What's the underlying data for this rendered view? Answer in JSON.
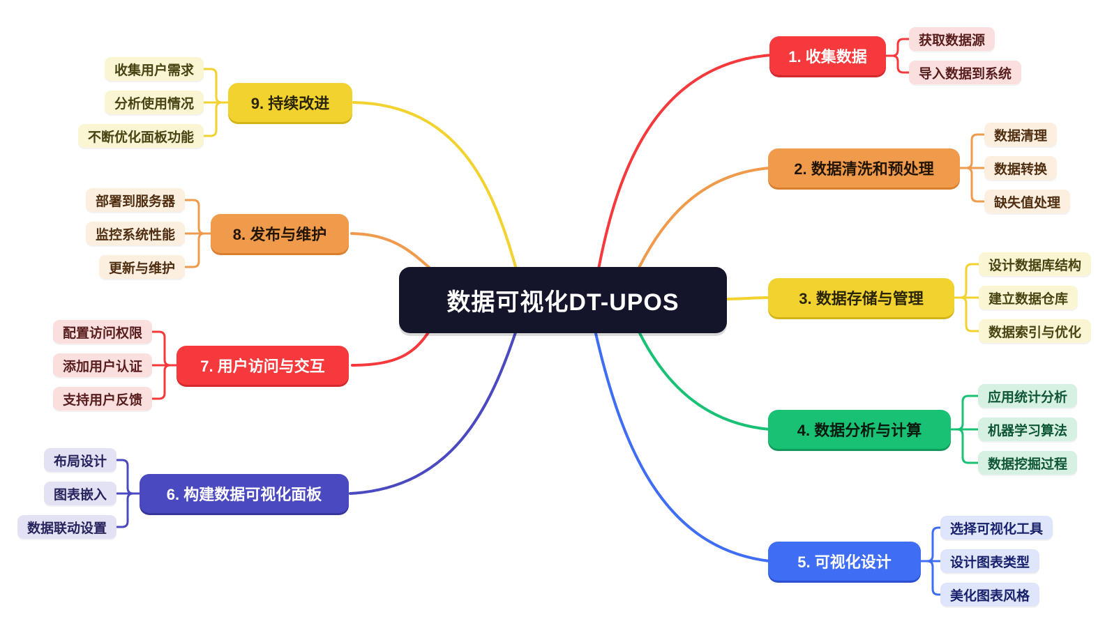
{
  "center": {
    "label": "数据可视化DT-UPOS",
    "bg": "#14142a",
    "label_color": "#ffffff"
  },
  "branches": [
    {
      "label": "1. 收集数据",
      "color": "#f5393c",
      "label_color": "#ffffff",
      "shadow": "#d4292c",
      "child_bg": "#fbdede",
      "child_text": "#571d1d",
      "children": [
        "获取数据源",
        "导入数据到系统"
      ]
    },
    {
      "label": "2. 数据清洗和预处理",
      "color": "#f09a4c",
      "label_color": "#231503",
      "shadow": "#d97f2e",
      "child_bg": "#fcefdf",
      "child_text": "#4e2d10",
      "children": [
        "数据清理",
        "数据转换",
        "缺失值处理"
      ]
    },
    {
      "label": "3. 数据存储与管理",
      "color": "#f2d22e",
      "label_color": "#2a2506",
      "shadow": "#d3b51a",
      "child_bg": "#faf5d3",
      "child_text": "#484312",
      "children": [
        "设计数据库结构",
        "建立数据仓库",
        "数据索引与优化"
      ]
    },
    {
      "label": "4. 数据分析与计算",
      "color": "#18c174",
      "label_color": "#07190f",
      "shadow": "#10995a",
      "child_bg": "#d6f1e2",
      "child_text": "#0e5634",
      "children": [
        "应用统计分析",
        "机器学习算法",
        "数据挖掘过程"
      ]
    },
    {
      "label": "5. 可视化设计",
      "color": "#3f6df3",
      "label_color": "#ffffff",
      "shadow": "#2b50cf",
      "child_bg": "#dfe5fb",
      "child_text": "#18206b",
      "children": [
        "选择可视化工具",
        "设计图表类型",
        "美化图表风格"
      ]
    },
    {
      "label": "6. 构建数据可视化面板",
      "color": "#4b49c0",
      "label_color": "#ffffff",
      "shadow": "#37359c",
      "child_bg": "#e3e2f4",
      "child_text": "#26225c",
      "children": [
        "布局设计",
        "图表嵌入",
        "数据联动设置"
      ]
    },
    {
      "label": "7. 用户访问与交互",
      "color": "#f5393c",
      "label_color": "#ffffff",
      "shadow": "#d4292c",
      "child_bg": "#fbdede",
      "child_text": "#571d1d",
      "children": [
        "配置访问权限",
        "添加用户认证",
        "支持用户反馈"
      ]
    },
    {
      "label": "8. 发布与维护",
      "color": "#f09a4c",
      "label_color": "#231503",
      "shadow": "#d97f2e",
      "child_bg": "#fcefdf",
      "child_text": "#4e2d10",
      "children": [
        "部署到服务器",
        "监控系统性能",
        "更新与维护"
      ]
    },
    {
      "label": "9. 持续改进",
      "color": "#f2d22e",
      "label_color": "#2a2506",
      "shadow": "#d3b51a",
      "child_bg": "#faf5d3",
      "child_text": "#484312",
      "children": [
        "收集用户需求",
        "分析使用情况",
        "不断优化面板功能"
      ]
    }
  ]
}
